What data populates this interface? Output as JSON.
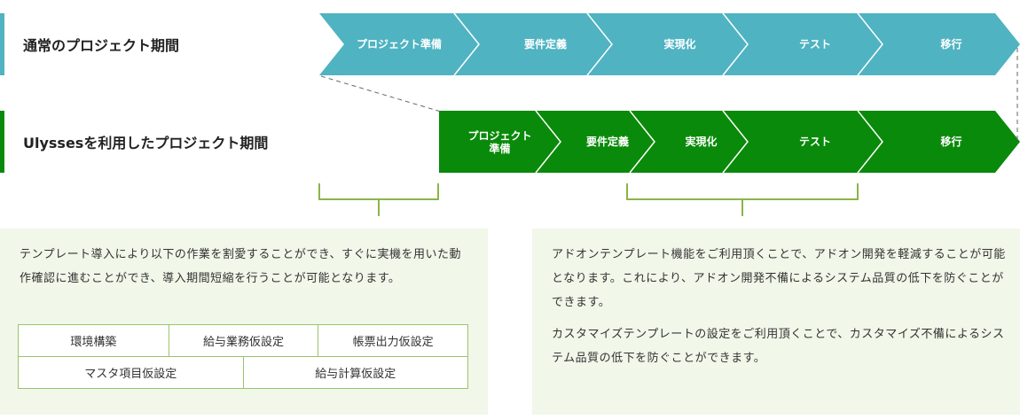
{
  "rows": {
    "normal": {
      "label": "通常のプロジェクト期間",
      "steps": [
        "プロジェクト準備",
        "要件定義",
        "実現化",
        "テスト",
        "移行"
      ]
    },
    "ulysses": {
      "label": "Ulyssesを利用したプロジェクト期間",
      "steps": [
        "プロジェクト\n準備",
        "要件定義",
        "実現化",
        "テスト",
        "移行"
      ]
    }
  },
  "colors": {
    "normal": "#4fb3c2",
    "ulysses": "#0a8a0a",
    "bracket": "#8ab54a",
    "panel_bg": "#f1f7e9",
    "dashed": "#666666"
  },
  "left_panel": {
    "text": "テンプレート導入により以下の作業を割愛することができ、すぐに実機を用いた動作確認に進むことができ、導入期間短縮を行うことが可能となります。",
    "table": [
      [
        "環境構築",
        "給与業務仮設定",
        "帳票出力仮設定"
      ],
      [
        "マスタ項目仮設定",
        "給与計算仮設定"
      ]
    ]
  },
  "right_panel": {
    "paragraph1": "アドオンテンプレート機能をご利用頂くことで、アドオン開発を軽減することが可能となります。これにより、アドオン開発不備によるシステム品質の低下を防ぐことができます。",
    "paragraph2": "カスタマイズテンプレートの設定をご利用頂くことで、カスタマイズ不備によるシステム品質の低下を防ぐことができます。"
  }
}
